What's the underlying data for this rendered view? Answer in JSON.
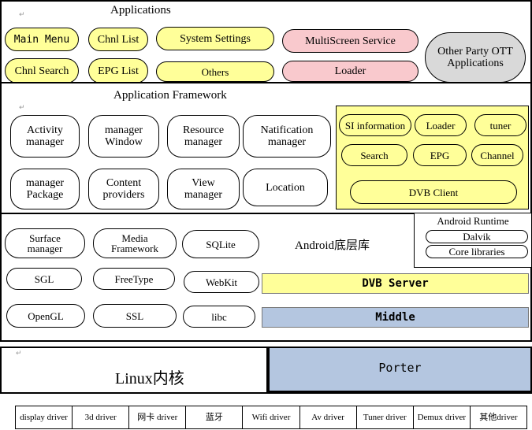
{
  "applications": {
    "title": "Applications",
    "items": [
      "Main Menu",
      "Chnl List",
      "System Settings",
      "MultiScreen Service",
      "Other Party OTT Applications",
      "Chnl Search",
      "EPG List",
      "Others",
      "Loader"
    ]
  },
  "framework": {
    "title": "Application Framework",
    "items": [
      "Activity manager",
      "manager Window",
      "Resource manager",
      "Natification manager",
      "manager Package",
      "Content providers",
      "View manager",
      "Location"
    ],
    "dvb_box": {
      "items": [
        "SI information",
        "Loader",
        "tuner",
        "Search",
        "EPG",
        "Channel"
      ],
      "client": "DVB Client"
    }
  },
  "libs": {
    "items": [
      "Surface manager",
      "Media Framework",
      "SQLite",
      "SGL",
      "FreeType",
      "WebKit",
      "OpenGL",
      "SSL",
      "libc"
    ],
    "title": "Android底层库",
    "runtime": {
      "title": "Android Runtime",
      "items": [
        "Dalvik",
        "Core libraries"
      ]
    },
    "dvb_server": "DVB Server",
    "middle": "Middle"
  },
  "kernel": {
    "title": "Linux内核",
    "porter": "Porter",
    "drivers": [
      "display driver",
      "3d driver",
      "网卡 driver",
      "蓝牙",
      "Wifi driver",
      "Av driver",
      "Tuner driver",
      "Demux driver",
      "其他driver"
    ]
  },
  "colors": {
    "yellow": "#ffff99",
    "pink": "#f9c9cd",
    "gray": "#d9d9d9",
    "blue": "#b4c6e0"
  }
}
